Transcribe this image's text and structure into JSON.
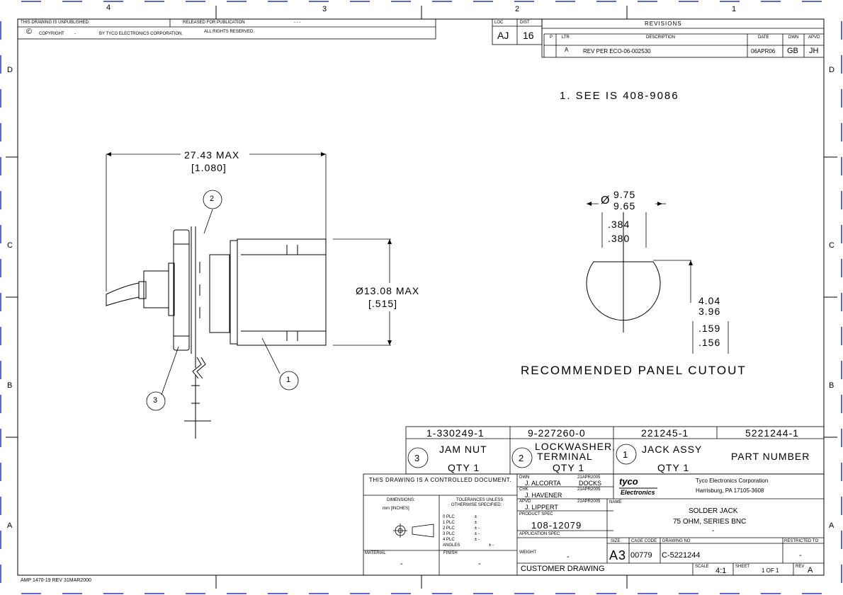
{
  "zones": {
    "top": [
      "4",
      "3",
      "2",
      "1"
    ],
    "side": [
      "D",
      "C",
      "B",
      "A"
    ]
  },
  "header": {
    "unpublished": "THIS DRAWING IS UNPUBLISHED.",
    "released": "RELEASED FOR PUBLICATION",
    "released_value": "- - -",
    "copyright_symbol": "©",
    "copyright": "COPYRIGHT",
    "copyright_year": "-",
    "by_company": "BY TYCO ELECTRONICS CORPORATION.",
    "rights": "ALL RIGHTS RESERVED."
  },
  "loc_box": {
    "loc_label": "LOC",
    "loc_value": "AJ",
    "dist_label": "DIST",
    "dist_value": "16"
  },
  "revisions": {
    "title": "REVISIONS",
    "headers": {
      "p": "P",
      "ltr": "LTR",
      "description": "DESCRIPTION",
      "date": "DATE",
      "dwn": "DWN",
      "apvd": "APVD"
    },
    "rows": [
      {
        "ltr": "A",
        "description": "REV PER ECO-06-002530",
        "date": "06APR06",
        "dwn": "GB",
        "apvd": "JH"
      }
    ]
  },
  "note": "1.  SEE  IS 408-9086",
  "dimensions": {
    "length_max": "27.43 MAX",
    "length_in": "[1.080]",
    "dia_max": "Ø13.08 MAX",
    "dia_in": "[.515]",
    "cutout_dia_upper": "9.75",
    "cutout_dia_lower": "9.65",
    "cutout_in_upper": ".384",
    "cutout_in_lower": ".380",
    "flat_upper": "4.04",
    "flat_lower": "3.96",
    "flat_in_upper": ".159",
    "flat_in_lower": ".156",
    "dia_symbol": "Ø"
  },
  "balloons": {
    "b1": "1",
    "b2": "2",
    "b3": "3"
  },
  "cutout_label": "RECOMMENDED  PANEL  CUTOUT",
  "parts_list": {
    "part_numbers": [
      "1-330249-1",
      "9-227260-0",
      "221245-1",
      "5221244-1"
    ],
    "items": [
      {
        "num": "3",
        "name": "JAM NUT",
        "qty": "QTY 1"
      },
      {
        "num": "2",
        "name_line1": "LOCKWASHER,",
        "name_line2": "TERMINAL",
        "qty": "QTY 1"
      },
      {
        "num": "1",
        "name": "JACK ASSY",
        "qty": "QTY 1"
      }
    ],
    "part_number_label": "PART NUMBER"
  },
  "title_block": {
    "controlled": "THIS DRAWING IS A CONTROLLED DOCUMENT.",
    "dimensions_label": "DIMENSIONS:",
    "dimensions_value": "mm [INCHES]",
    "tolerances_line1": "TOLERANCES UNLESS",
    "tolerances_line2": "OTHERWISE SPECIFIED:",
    "plc_rows": [
      {
        "label": "0 PLC",
        "val": "±"
      },
      {
        "label": "1 PLC",
        "val": "±"
      },
      {
        "label": "2 PLC",
        "val": "± -"
      },
      {
        "label": "3 PLC",
        "val": "± -"
      },
      {
        "label": "4 PLC",
        "val": "± -"
      },
      {
        "label": "ANGLES",
        "val": "± -"
      }
    ],
    "material_label": "MATERIAL",
    "material_value": "-",
    "finish_label": "FINISH",
    "finish_value": "-",
    "dwn_label": "DWN",
    "dwn_name": "J. ALCORTA",
    "dwn_date": "21APR2005",
    "chk_label": "CHK",
    "chk_name": "J. HAVENER",
    "chk_date": "21APR2005",
    "apvd_label": "APVD",
    "apvd_name": "J. LIPPERT",
    "apvd_date": "21APR2005",
    "doc_extra": "DOCKS",
    "product_spec_label": "PRODUCT SPEC",
    "product_spec": "108-12079",
    "application_spec_label": "APPLICATION SPEC",
    "weight_label": "WEIGHT",
    "weight_value": "-",
    "customer_drawing": "CUSTOMER DRAWING",
    "logo_line1": "tyco",
    "logo_line2": "Electronics",
    "company": "Tyco Electronics Corporation",
    "address": "Harrisburg, PA 17105-3608",
    "name_label": "NAME",
    "name_line1": "SOLDER JACK",
    "name_line2": "75 OHM, SERIES BNC",
    "name_line3": "-",
    "size_label": "SIZE",
    "size_value": "A3",
    "cage_label": "CAGE CODE",
    "cage_value": "00779",
    "drawing_no_label": "DRAWING NO",
    "drawing_no": "C-5221244",
    "restricted_label": "RESTRICTED TO",
    "restricted_value": "-",
    "scale_label": "SCALE",
    "scale_value": "4:1",
    "sheet_label": "SHEET",
    "sheet_value": "1 OF 1",
    "rev_label": "REV",
    "rev_value": "A"
  },
  "form_id": "AMP 1470-19 REV 31MAR2000"
}
